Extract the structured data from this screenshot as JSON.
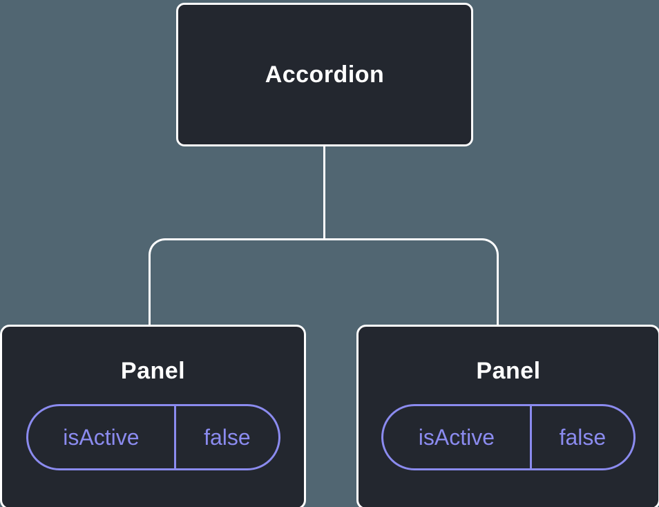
{
  "diagram": {
    "root": {
      "label": "Accordion"
    },
    "children": [
      {
        "label": "Panel",
        "prop": {
          "name": "isActive",
          "value": "false"
        }
      },
      {
        "label": "Panel",
        "prop": {
          "name": "isActive",
          "value": "false"
        }
      }
    ],
    "colors": {
      "background": "#516672",
      "node_fill": "#23272f",
      "node_border": "#ffffff",
      "node_text": "#ffffff",
      "prop_accent": "#8b8bef",
      "connector": "#ffffff"
    }
  }
}
